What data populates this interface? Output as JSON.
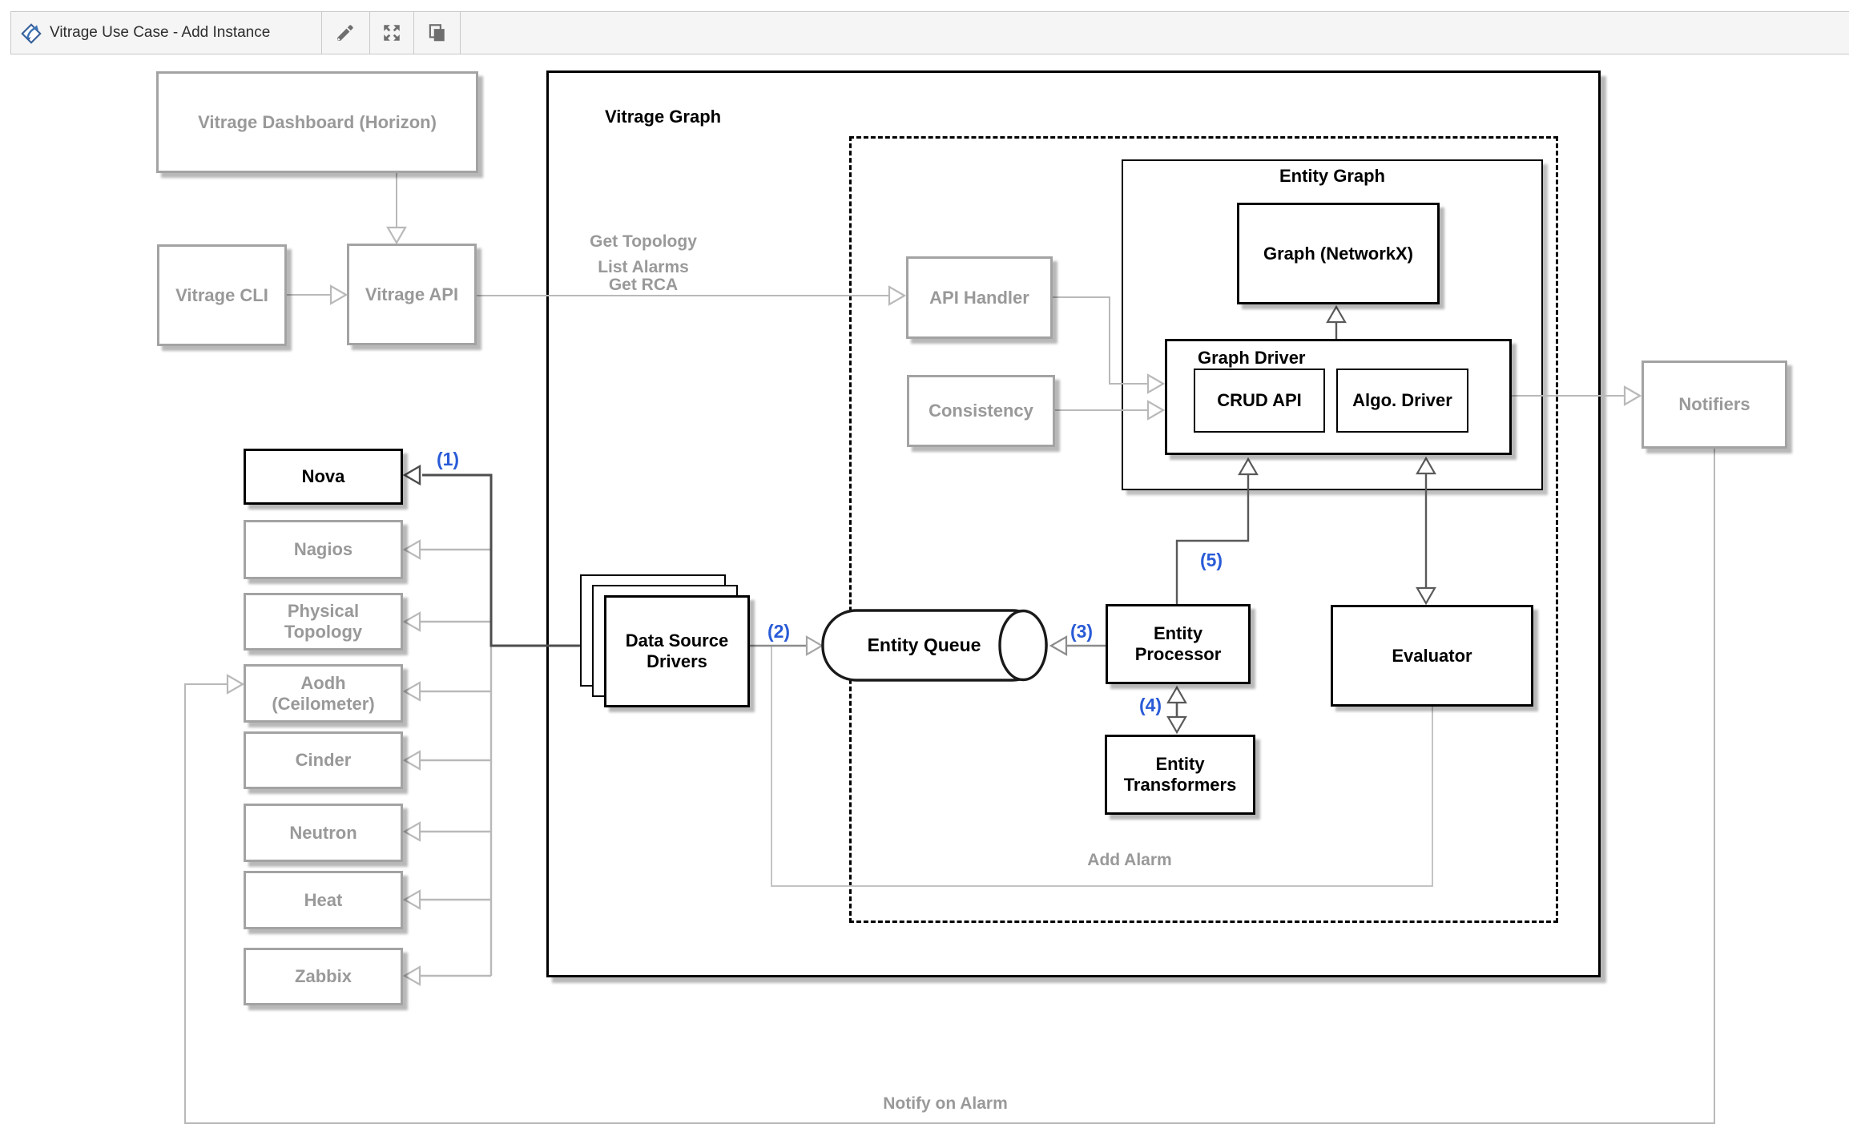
{
  "toolbar": {
    "title": "Vitrage Use Case - Add Instance",
    "edit_button": "Edit",
    "fullscreen_button": "Fullscreen",
    "copy_button": "Copy"
  },
  "diagram": {
    "containers": {
      "vitrage_graph": "Vitrage Graph",
      "entity_graph": "Entity Graph",
      "graph_driver": "Graph Driver"
    },
    "clients": {
      "dashboard": "Vitrage Dashboard (Horizon)",
      "cli": "Vitrage CLI",
      "api": "Vitrage API"
    },
    "source_nodes": {
      "nova": "Nova",
      "nagios": "Nagios",
      "physical_topology": "Physical\nTopology",
      "aodh": "Aodh\n(Ceilometer)",
      "cinder": "Cinder",
      "neutron": "Neutron",
      "heat": "Heat",
      "zabbix": "Zabbix"
    },
    "core_nodes": {
      "api_handler": "API Handler",
      "consistency": "Consistency",
      "graph_networkx": "Graph (NetworkX)",
      "crud_api": "CRUD API",
      "algo_driver": "Algo. Driver",
      "data_source_drivers": "Data Source\nDrivers",
      "entity_queue": "Entity Queue",
      "entity_processor": "Entity\nProcessor",
      "entity_transformers": "Entity\nTransformers",
      "evaluator": "Evaluator",
      "notifiers": "Notifiers"
    },
    "edge_labels": {
      "get_topology": "Get Topology",
      "list_alarms_rca": "List Alarms\nGet RCA",
      "add_alarm": "Add Alarm",
      "notify_on_alarm": "Notify on Alarm"
    },
    "steps": {
      "s1": "(1)",
      "s2": "(2)",
      "s3": "(3)",
      "s4": "(4)",
      "s5": "(5)"
    }
  },
  "colors": {
    "step_blue": "#2a5bd7",
    "gray_text": "#999999",
    "gray_border": "#a3a3a3",
    "light_connector": "#b9b9b9",
    "dark_connector": "#4d4d4d"
  }
}
